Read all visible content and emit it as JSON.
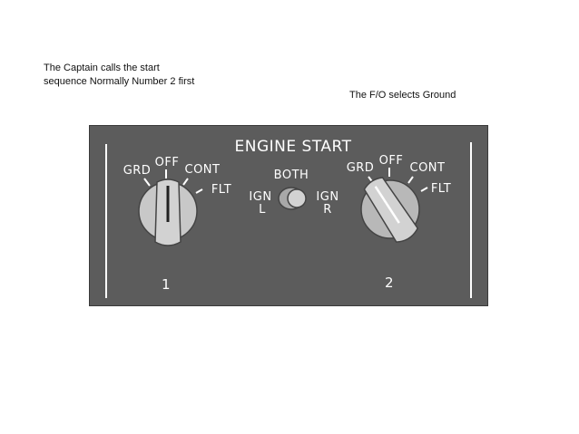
{
  "captions": {
    "captain_line1": "The Captain calls the start",
    "captain_line2": "sequence Normally Number 2 first",
    "fo": "The F/O selects Ground"
  },
  "panel": {
    "title": "ENGINE START",
    "colors": {
      "panel": "#5c5c5c",
      "text": "#ffffff",
      "knob_fill": "#c8c8c8",
      "knob_stroke": "#444444"
    },
    "engine1": {
      "number": "1",
      "positions": [
        "GRD",
        "OFF",
        "CONT",
        "FLT"
      ],
      "selected": "OFF"
    },
    "engine2": {
      "number": "2",
      "positions": [
        "GRD",
        "OFF",
        "CONT",
        "FLT"
      ],
      "selected": "GRD"
    },
    "ignition": {
      "top_label": "BOTH",
      "left_top": "IGN",
      "left_bottom": "L",
      "right_top": "IGN",
      "right_bottom": "R",
      "selected": "BOTH"
    }
  }
}
